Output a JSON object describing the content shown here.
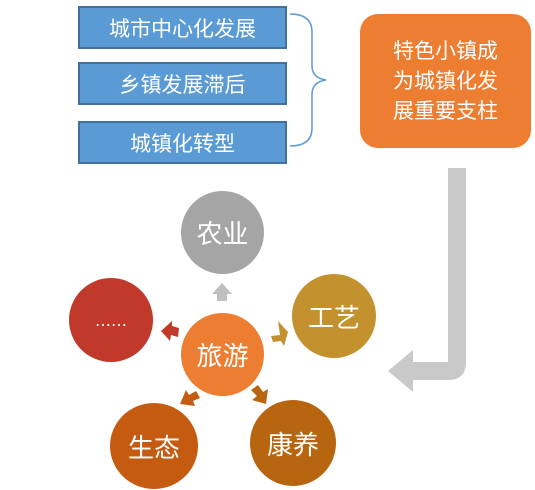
{
  "factors": [
    {
      "label": "城市中心化发展"
    },
    {
      "label": "乡镇发展滞后"
    },
    {
      "label": "城镇化转型"
    }
  ],
  "result": {
    "lines": [
      "特色小镇成",
      "为城镇化发",
      "展重要支柱"
    ]
  },
  "hub": {
    "center": "旅游",
    "spokes": [
      {
        "label": "农业"
      },
      {
        "label": "工艺"
      },
      {
        "label": "康养"
      },
      {
        "label": "生态"
      },
      {
        "label": "……"
      }
    ]
  },
  "colors": {
    "factor_box": "#5b9bd5",
    "result_box": "#ed7d31",
    "bracket": "#5b9bd5",
    "flow_arrow": "#bfbfbf",
    "center": "#ed7d31",
    "agriculture": "#a5a5a5",
    "craft": "#c3922e",
    "wellness": "#b8650f",
    "ecology": "#c55a11",
    "more": "#c0392b"
  }
}
